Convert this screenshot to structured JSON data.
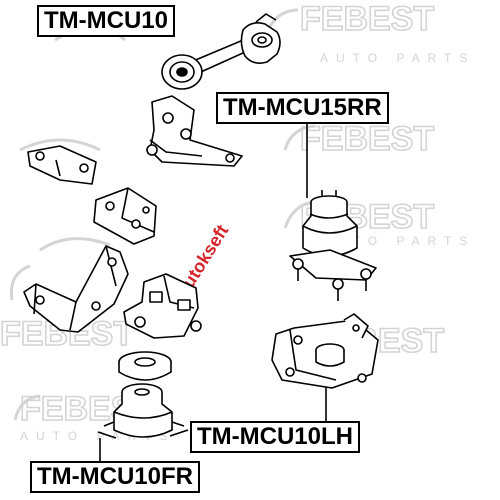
{
  "labels": {
    "part_1": "TM-MCU10",
    "part_2": "TM-MCU15RR",
    "part_3": "TM-MCU10LH",
    "part_4": "TM-MCU10FR"
  },
  "watermark": {
    "brand": "FEBEST",
    "subtitle": "AUTO PARTS",
    "stamp": "Autokseft"
  },
  "colors": {
    "line": "#000000",
    "watermark": "#d4d4d4",
    "stamp": "#d6232a"
  }
}
